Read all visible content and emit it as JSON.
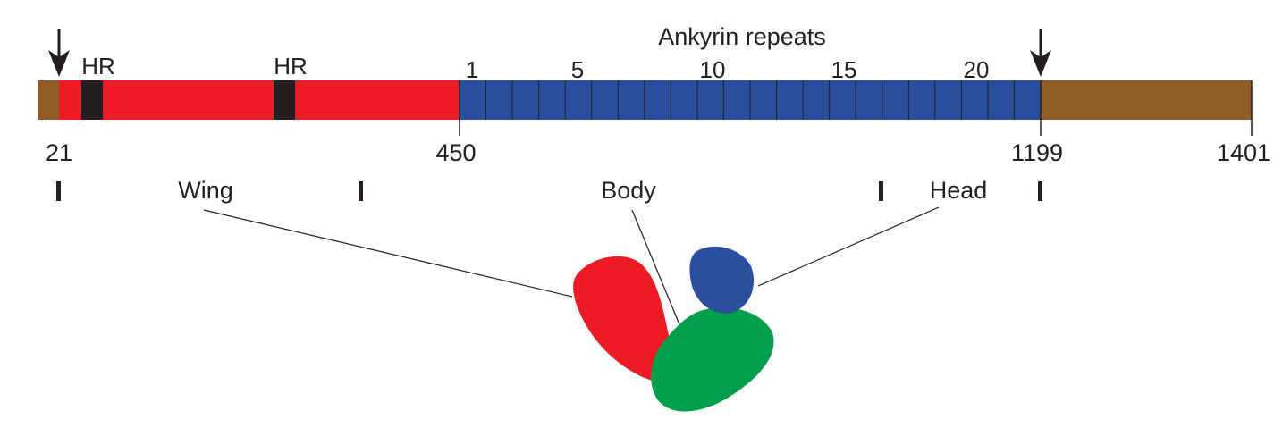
{
  "header": {
    "title": "Ankyrin repeats"
  },
  "hr_labels": [
    "HR",
    "HR"
  ],
  "repeat_numbers": [
    "1",
    "5",
    "10",
    "15",
    "20"
  ],
  "residue_numbers": [
    "21",
    "450",
    "1199",
    "1401"
  ],
  "region_labels": {
    "wing": "Wing",
    "body": "Body",
    "head": "Head"
  },
  "colors": {
    "terminal": "#925b2a",
    "wing": "#ed1c24",
    "repeats": "#2b4f9e",
    "body": "#00a04b",
    "hr": "#231f20",
    "line": "#231f20"
  },
  "icons": {
    "cleavage_arrow": "down-arrow-icon"
  },
  "repeat_count": 22
}
